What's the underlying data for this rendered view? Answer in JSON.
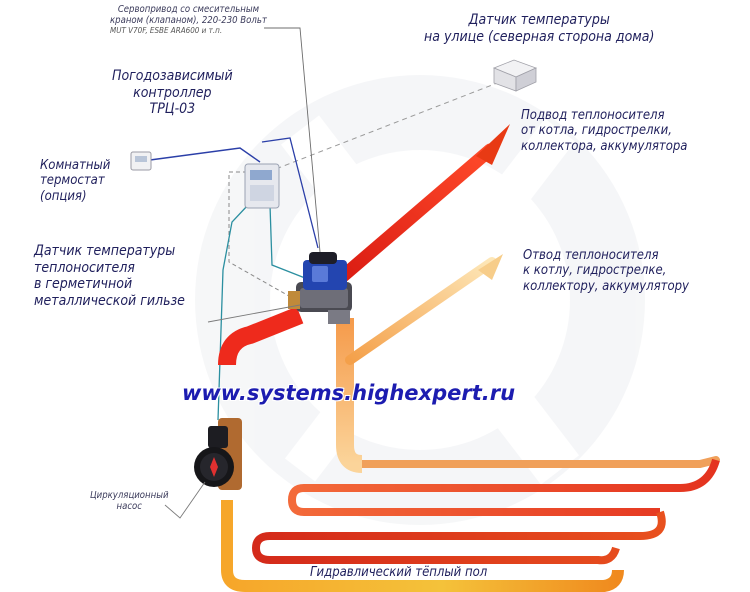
{
  "actuator": {
    "line1": "Сервопривод со смесительным",
    "line2": "краном (клапаном), 220-230 Вольт",
    "line3": "MUT V70F, ESBE ARA600 и т.п."
  },
  "outdoor_sensor": {
    "line1": "Датчик температуры",
    "line2": "на улице (северная сторона дома)"
  },
  "controller": {
    "line1": "Погодозависимый",
    "line2": "контроллер",
    "line3": "ТРЦ-03"
  },
  "supply": {
    "line1": "Подвод теплоносителя",
    "line2": "от котла, гидрострелки,",
    "line3": "коллектора, аккумулятора"
  },
  "room_thermostat": {
    "line1": "Комнатный",
    "line2": "термостат",
    "line3": "(опция)"
  },
  "return": {
    "line1": "Отвод теплоносителя",
    "line2": "к котлу, гидрострелке,",
    "line3": "коллектору, аккумулятору"
  },
  "fluid_sensor": {
    "line1": "Датчик температуры",
    "line2": "теплоносителя",
    "line3": "в герметичной",
    "line4": "металлической гильзе"
  },
  "website": "www.systems.highexpert.ru",
  "pump": {
    "line1": "Циркуляционный",
    "line2": "насос"
  },
  "floor": "Гидравлический тёплый пол",
  "colors": {
    "hot": "#e8201a",
    "warm": "#f08a1e",
    "yellow": "#f6e24a",
    "cable_blue": "#2b3fa8",
    "cable_teal": "#2b8fa0",
    "text": "#1f1f5c",
    "url": "#1c1cb0"
  }
}
